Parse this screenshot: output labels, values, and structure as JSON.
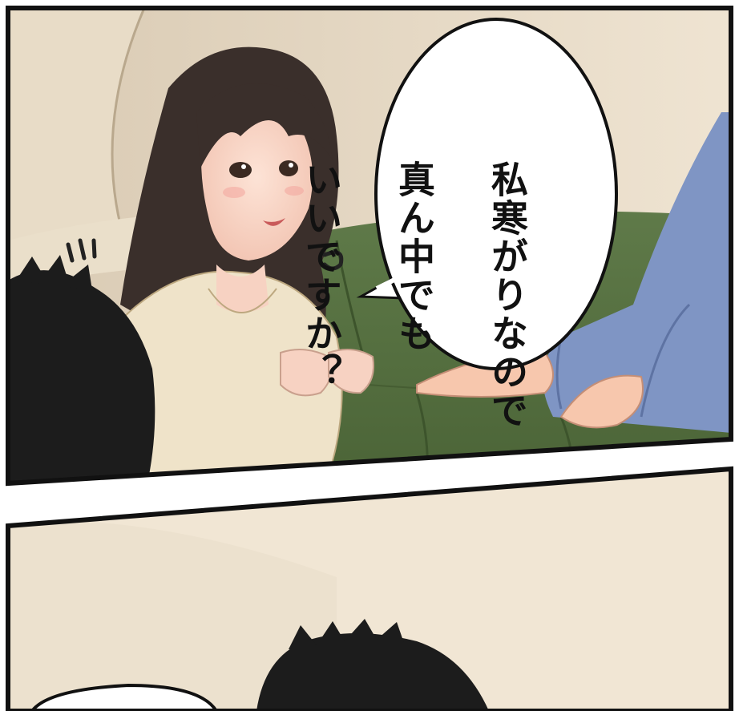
{
  "comic": {
    "speech_bubble": {
      "lines": [
        "私寒がりなので",
        "真ん中でも",
        "いいですか？"
      ]
    }
  }
}
